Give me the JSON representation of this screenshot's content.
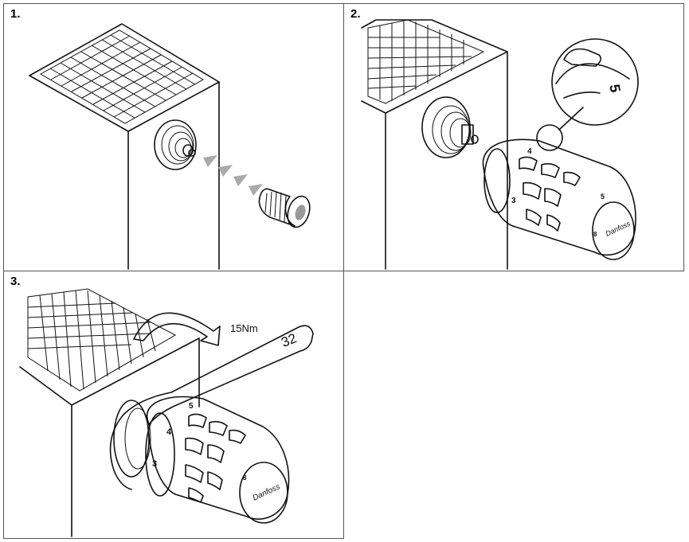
{
  "steps": [
    {
      "label": "1."
    },
    {
      "label": "2."
    },
    {
      "label": "3."
    }
  ],
  "step2": {
    "zoom_number": "5",
    "dial_marks": [
      "3",
      "4",
      "5",
      "8"
    ]
  },
  "step3": {
    "torque": "15Nm",
    "wrench_size": "32",
    "dial_marks": [
      "3",
      "4",
      "5",
      "8"
    ]
  },
  "brand": {
    "logo_text": "Danfoss"
  }
}
